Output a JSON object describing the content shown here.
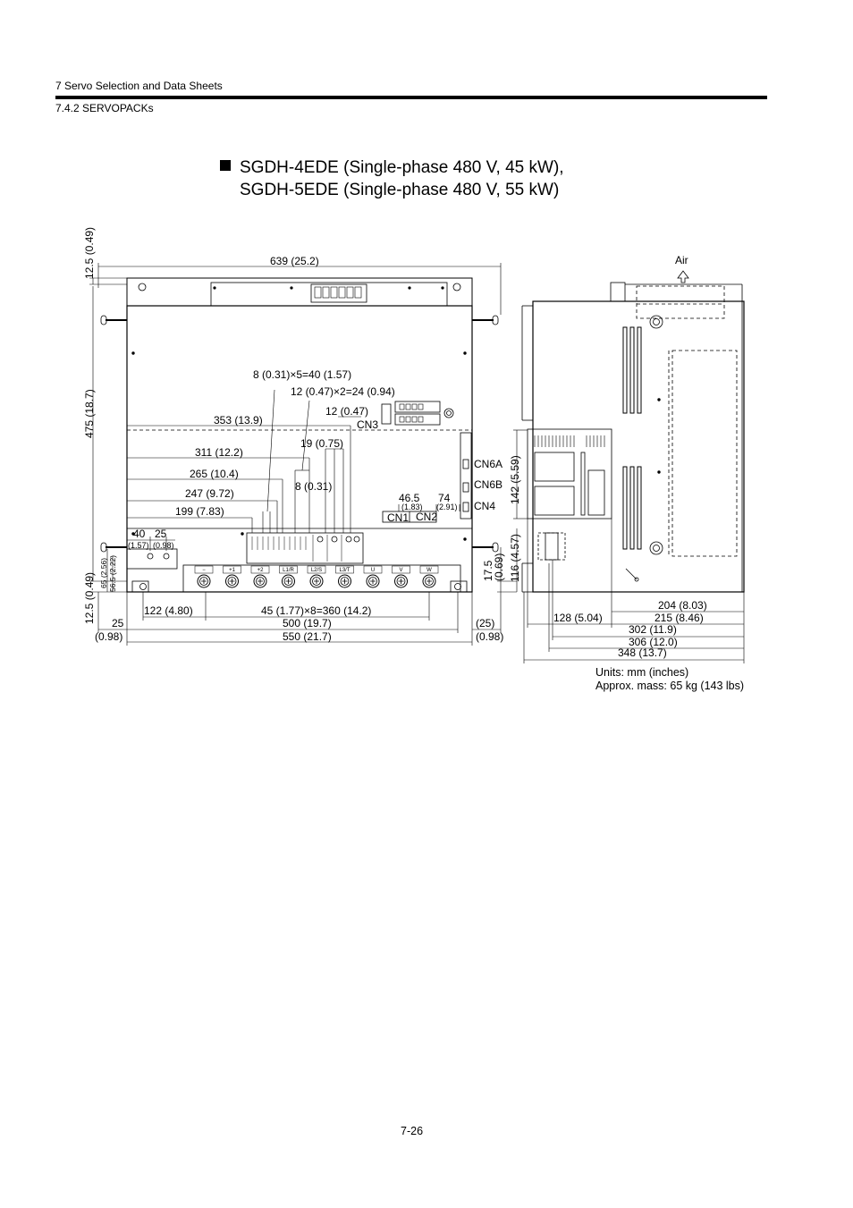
{
  "header": {
    "chapter": "7  Servo Selection and Data Sheets",
    "section": "7.4.2  SERVOPACKs"
  },
  "title": {
    "line1": "SGDH-4EDE (Single-phase 480 V, 45 kW),",
    "line2": "SGDH-5EDE (Single-phase 480 V, 55 kW)"
  },
  "dimensions": {
    "d_639": "639 (25.2)",
    "d_12_5_top": "12.5 (0.49)",
    "d_475": "475 (18.7)",
    "d_8x5": "8 (0.31)×5=40 (1.57)",
    "d_12x2": "12 (0.47)×2=24 (0.94)",
    "d_12_047": "12 (0.47)",
    "d_353": "353 (13.9)",
    "d_19": "19 (0.75)",
    "d_311": "311 (12.2)",
    "d_265": "265 (10.4)",
    "d_8_031": "8 (0.31)",
    "d_247": "247 (9.72)",
    "d_199": "199 (7.83)",
    "d_46_5": "46.5",
    "d_1_83": "(1.83)",
    "d_74": "74",
    "d_2_91": "(2.91)",
    "d_40": "40",
    "d_25_small": "25",
    "d_1_57": "(1.57)",
    "d_0_98_small": "(0.98)",
    "d_65": "65 (2.56)",
    "d_56_5": "56.5 (2.22)",
    "d_12_5_bot": "12.5 (0.49)",
    "d_122": "122 (4.80)",
    "d_45x8": "45 (1.77)×8=360 (14.2)",
    "d_25": "25",
    "d_0_98": "(0.98)",
    "d_500": "500 (19.7)",
    "d_550": "550 (21.7)",
    "d_25r": "(25)",
    "d_0_98r": "(0.98)",
    "d_17_5": "17.5",
    "d_0_69": "(0.69)",
    "d_142": "142 (5.59)",
    "d_116": "116 (4.57)",
    "d_204": "204 (8.03)",
    "d_128": "128 (5.04)",
    "d_215": "215 (8.46)",
    "d_302": "302 (11.9)",
    "d_306": "306 (12.0)",
    "d_348": "348 (13.7)"
  },
  "labels": {
    "air": "Air",
    "cn3": "CN3",
    "cn6a": "CN6A",
    "cn6b": "CN6B",
    "cn4": "CN4",
    "cn1": "CN1",
    "cn2": "CN2"
  },
  "terminals": [
    "−",
    "+1",
    "+2",
    "L1/R",
    "L2/S",
    "L3/T",
    "U",
    "V",
    "W"
  ],
  "notes": {
    "units": "Units: mm (inches)",
    "mass": "Approx. mass: 65 kg (143 lbs)"
  },
  "page_number": "7-26"
}
